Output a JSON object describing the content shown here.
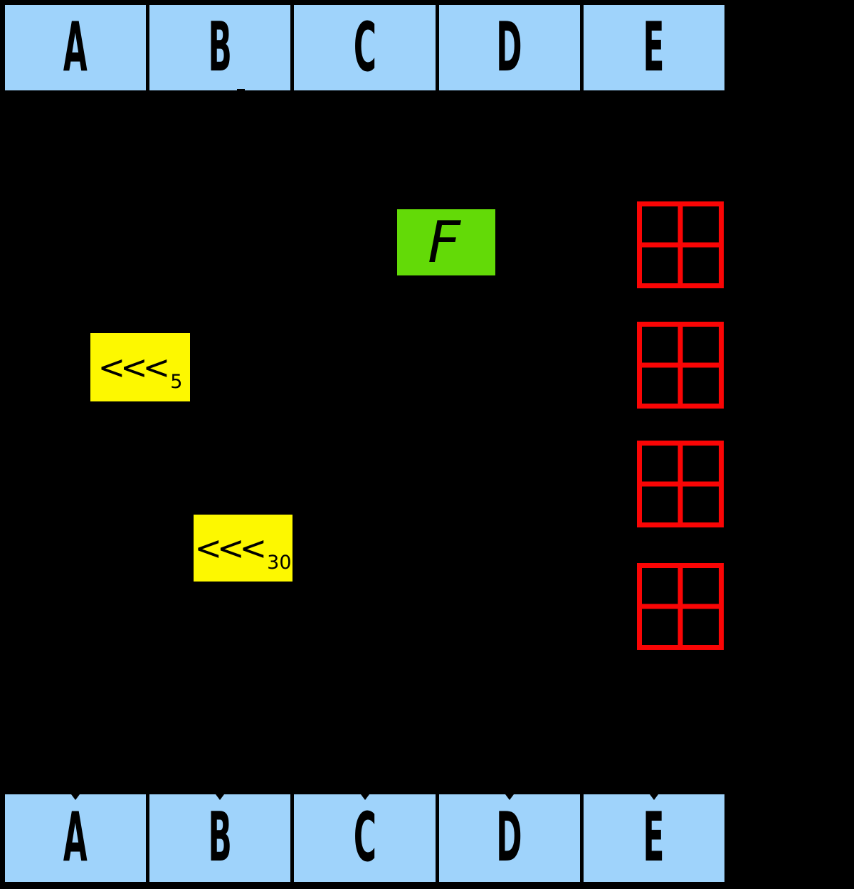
{
  "colors": {
    "background": "#000000",
    "register_fill": "#9fd3fb",
    "function_fill": "#63da07",
    "shift_fill": "#fdf800",
    "adder_stroke": "#fa0505",
    "line_color": "#000000"
  },
  "top_registers": {
    "labels": [
      "A",
      "B",
      "C",
      "D",
      "E"
    ]
  },
  "bottom_registers": {
    "labels": [
      "A",
      "B",
      "C",
      "D",
      "E"
    ]
  },
  "function_box": {
    "label": "F"
  },
  "shift_boxes": [
    {
      "symbol": "<<<",
      "amount": "5"
    },
    {
      "symbol": "<<<",
      "amount": "30"
    }
  ],
  "adders": {
    "count": 4,
    "icon": "modular-addition-icon"
  }
}
